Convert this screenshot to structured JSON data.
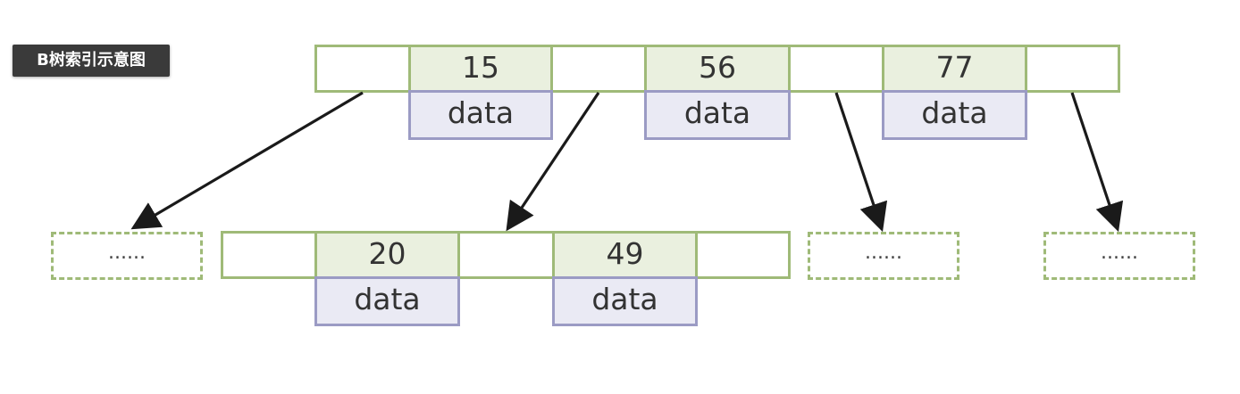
{
  "title": "B树索引示意图",
  "root": {
    "keys": [
      "15",
      "56",
      "77"
    ],
    "data_label": "data"
  },
  "child": {
    "keys": [
      "20",
      "49"
    ],
    "data_label": "data"
  },
  "stubs": [
    "......",
    "......",
    "......"
  ]
}
